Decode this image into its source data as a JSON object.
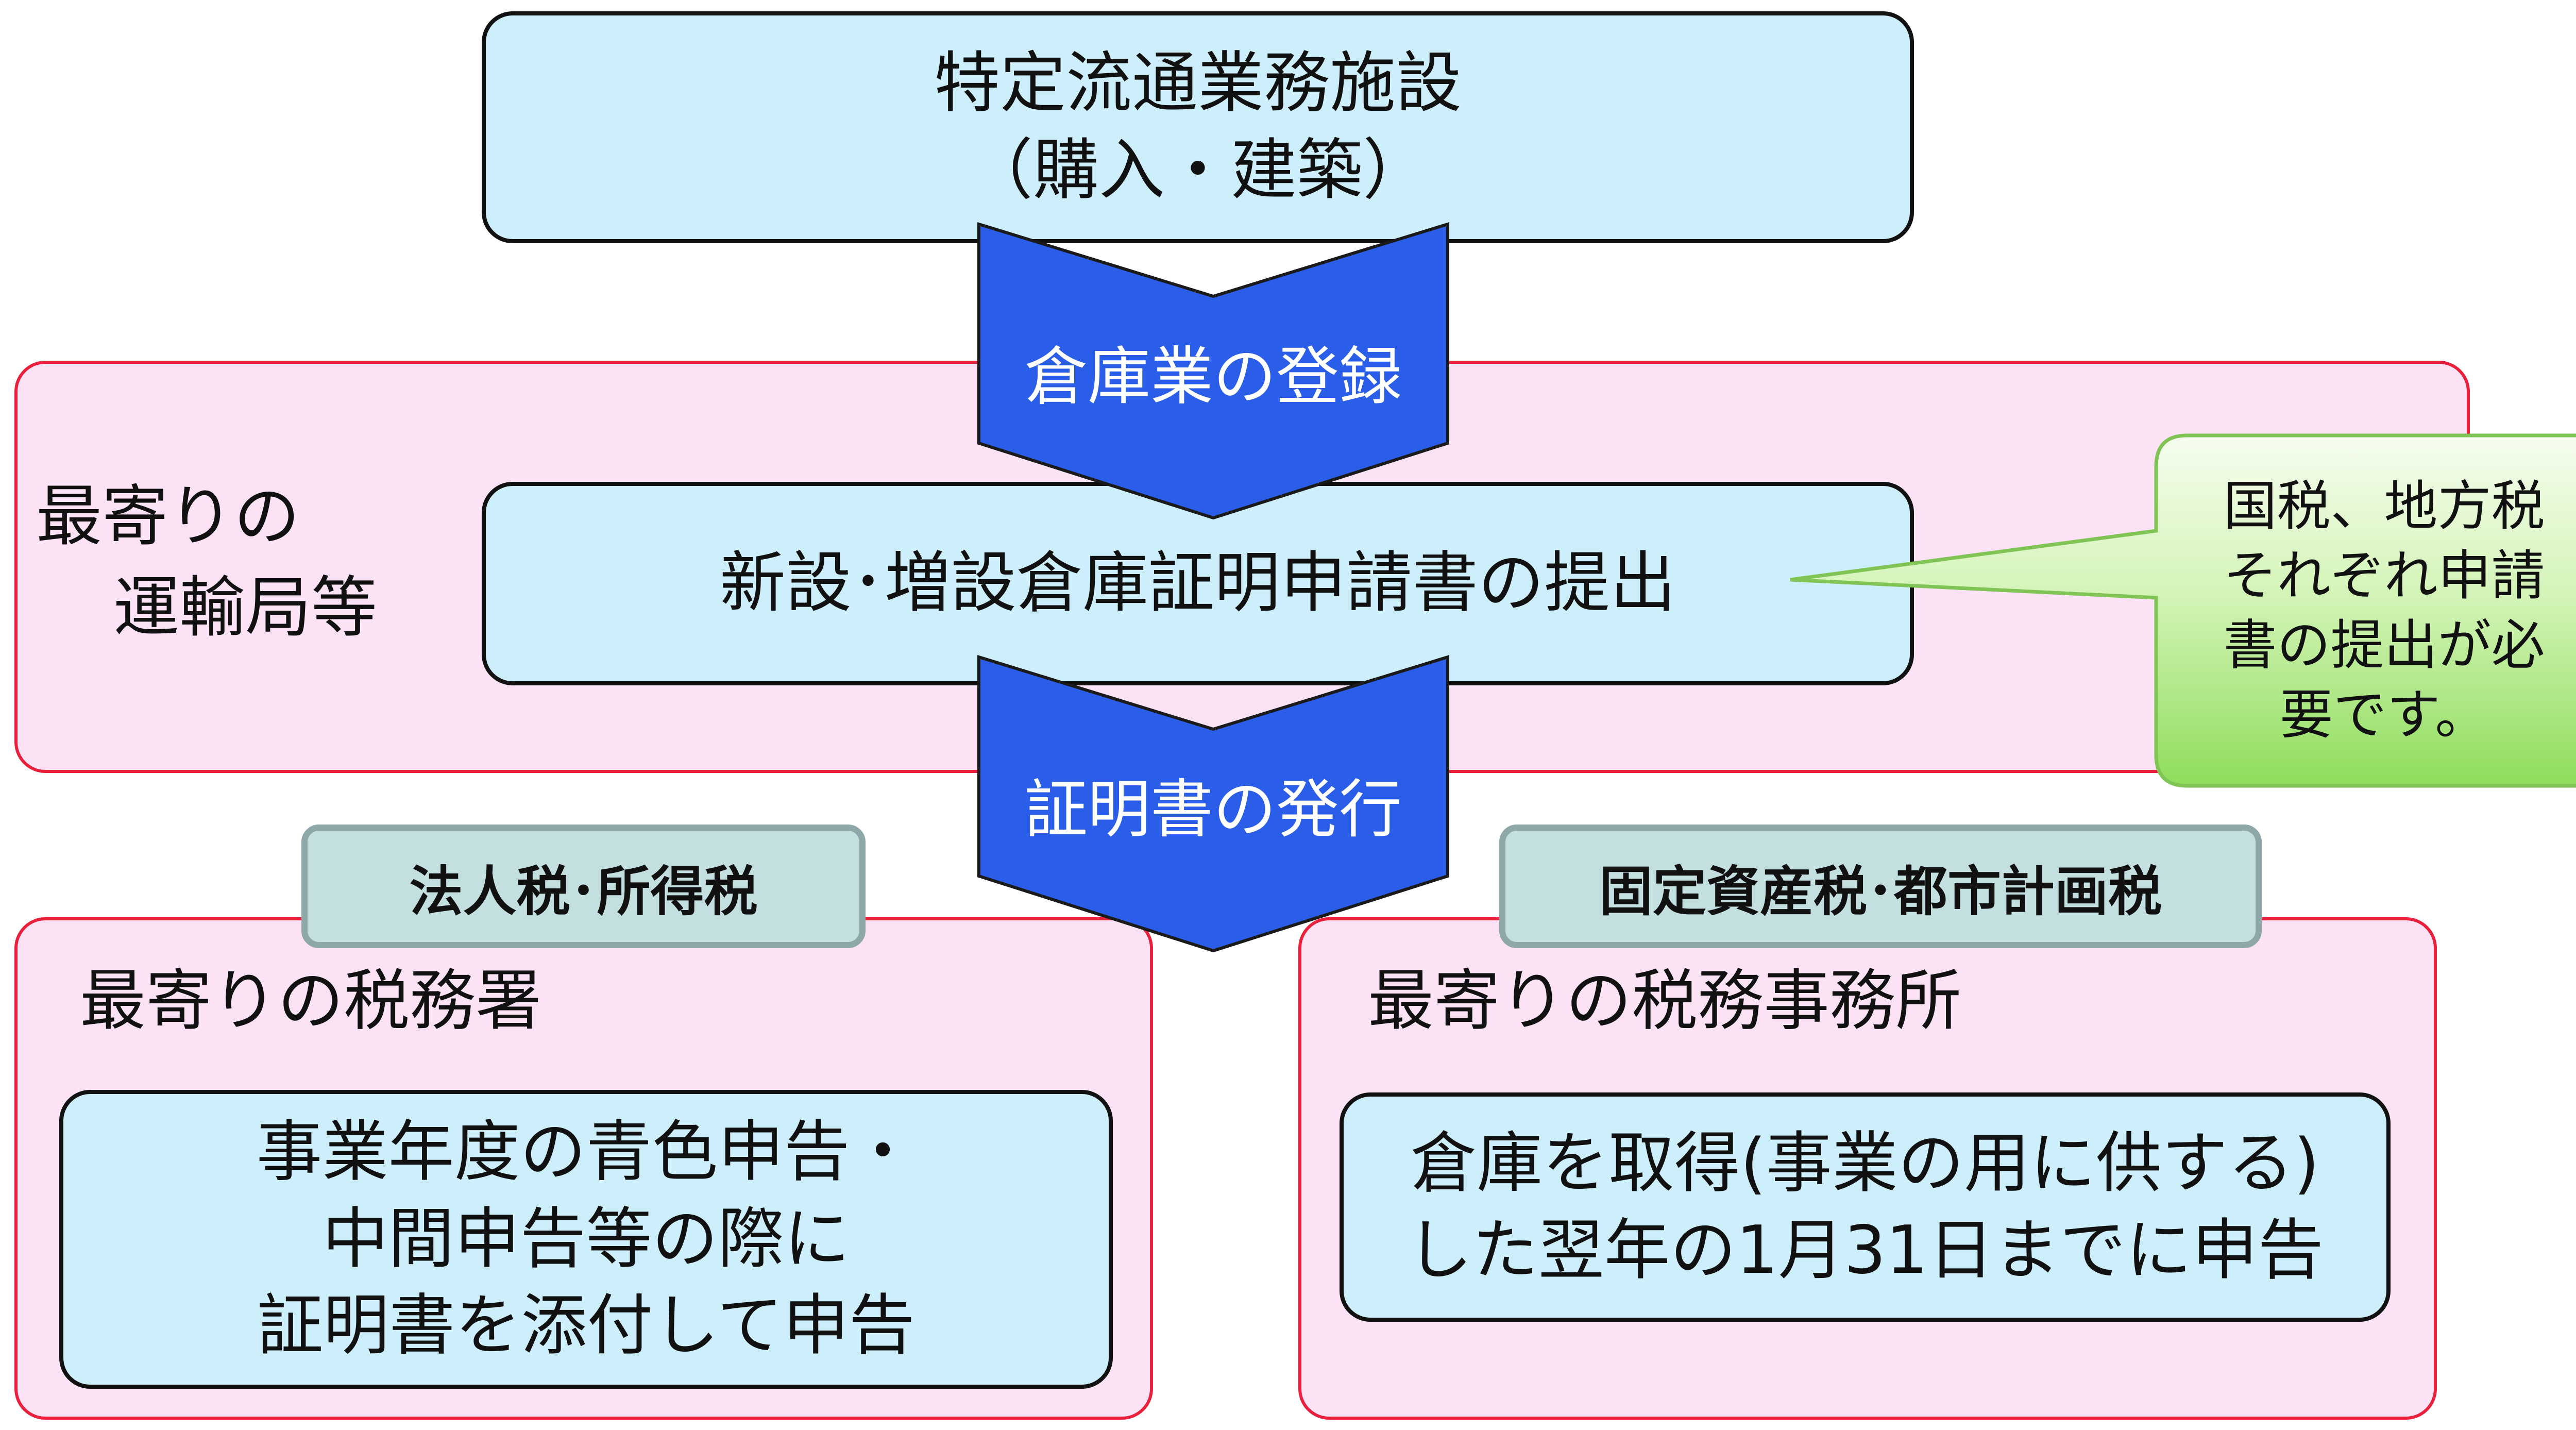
{
  "facility": {
    "line1": "特定流通業務施設",
    "line2": "（購入・建築）"
  },
  "arrow_registration": {
    "label": "倉庫業の登録"
  },
  "transport_bureau": {
    "line1": "最寄りの",
    "line2": "運輸局等"
  },
  "submission": {
    "label": "新設･増設倉庫証明申請書の提出"
  },
  "callout": {
    "line1": "国税、地方税",
    "line2": "それぞれ申請",
    "line3": "書の提出が必",
    "line4": "要です。"
  },
  "arrow_issuance": {
    "label": "証明書の発行"
  },
  "national_tax": {
    "tag": "法人税･所得税",
    "office": "最寄りの税務署",
    "line1": "事業年度の青色申告・",
    "line2": "中間申告等の際に",
    "line3": "証明書を添付して申告"
  },
  "local_tax": {
    "tag": "固定資産税･都市計画税",
    "office": "最寄りの税務事務所",
    "line1": "倉庫を取得(事業の用に供する)",
    "line2": "した翌年の1月31日までに申告"
  },
  "colors": {
    "arrow_blue": "#2a5de8",
    "region_pink": "#fbe3f5",
    "region_border": "#e8203c",
    "box_blue": "#cdeefb",
    "callout_green": "#9be36a",
    "tag_grey": "#c4dfe0"
  }
}
